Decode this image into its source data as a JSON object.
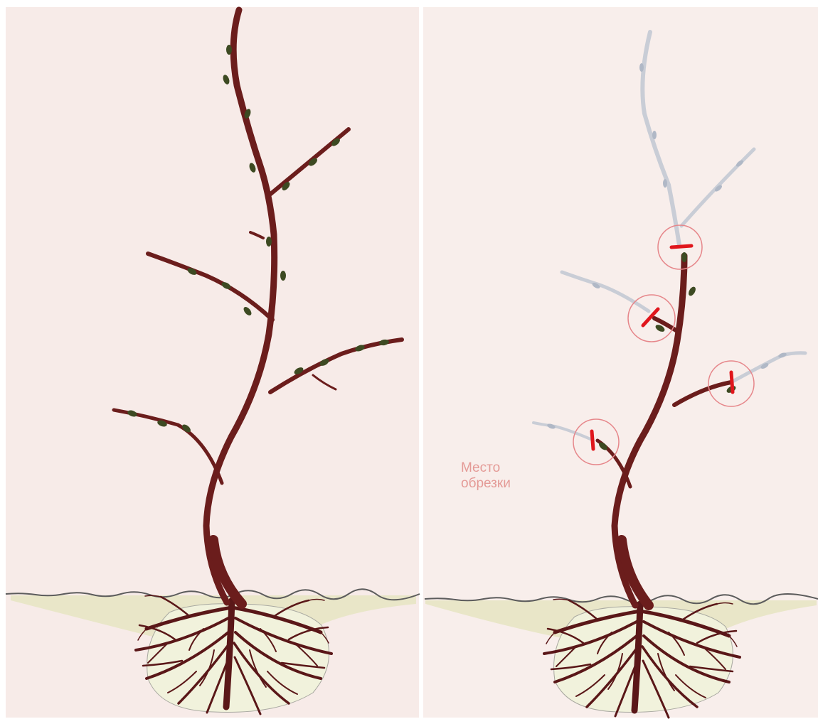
{
  "cut_label": "Место\nобрезки",
  "colors": {
    "background": "#f7ebe8",
    "trunk": "#6b1d1c",
    "bud": "#3d4a22",
    "soil_patch": "#e9e6c8",
    "root_ball": "#f1f2dc",
    "removed_branch": "#c9cdd6",
    "cut_mark": "#e0161c",
    "cut_circle": "#e6868a"
  },
  "panels": [
    {
      "name": "before-pruning",
      "cut_marks": 0
    },
    {
      "name": "after-pruning",
      "cut_marks": 4
    }
  ]
}
